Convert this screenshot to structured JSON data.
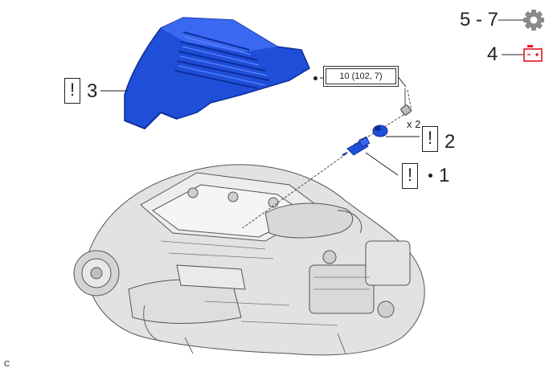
{
  "labels": {
    "part1": "1",
    "part2": "2",
    "part3": "3",
    "steps_range": "5 - 7",
    "step_battery": "4",
    "attention_mark": "!",
    "torque_spec": "10 (102, 7)",
    "quantity": "x 2",
    "corner_code": "C"
  },
  "icons": {
    "gear": "gear-icon",
    "battery": "battery-icon",
    "engine": "engine-assembly-illustration",
    "cover": "engine-cover-illustration"
  },
  "colors": {
    "part_blue": "#1f4fd8",
    "part_blue_dark": "#0e2c9a",
    "battery_red": "#e0161b",
    "gear_gray": "#8a8a8a",
    "engine_gray": "#dcdcdc",
    "ink": "#222222"
  }
}
